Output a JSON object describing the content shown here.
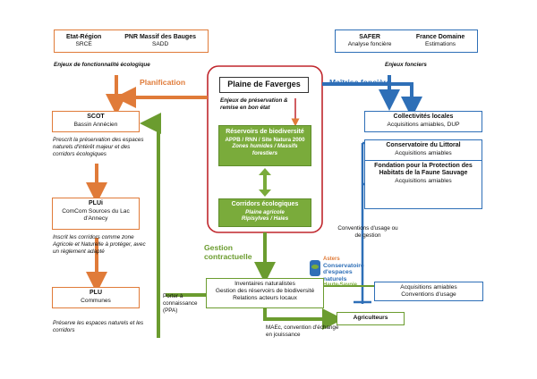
{
  "top_left": {
    "etat_region_title": "Etat-Région",
    "etat_region_sub": "SRCE",
    "pnr_title": "PNR Massif des Bauges",
    "pnr_sub": "SADD"
  },
  "top_right": {
    "safer_title": "SAFER",
    "safer_sub": "Analyse foncière",
    "fd_title": "France Domaine",
    "fd_sub": "Estimations"
  },
  "notes": {
    "enjeux_fonctionnalite": "Enjeux de fonctionnalité écologique",
    "enjeux_fonciers": "Enjeux fonciers",
    "scot_note": "Prescrit la préservation des espaces naturels d'intérêt majeur et des corridors écologiques",
    "plui_note": "Inscrit les corridors comme zone Agricole et Naturelle à protéger, avec un règlement adapté",
    "plu_note": "Préserve les espaces naturels et les corridors",
    "porter": "Porter à connaissance (PPA)",
    "conventions": "Conventions d'usage ou de gestion",
    "maec": "MAEc, convention d'échange en jouissance"
  },
  "headings": {
    "planification": "Planification",
    "maitrise": "Maîtrise foncière",
    "gestion": "Gestion contractuelle"
  },
  "center": {
    "title": "Plaine de Faverges",
    "enjeux": "Enjeux de préservation & remise en bon état",
    "reservoirs_title": "Réservoirs de biodiversité",
    "reservoirs_l1": "APPB / RNN / Site Natura 2000",
    "reservoirs_l2": "Zones humides / Massifs forestiers",
    "corridors_title": "Corridors écologiques",
    "corridors_l1": "Plaine agricole",
    "corridors_l2": "Ripisylves / Haies"
  },
  "left": {
    "scot_title": "SCOT",
    "scot_sub": "Bassin Annécien",
    "plui_title": "PLUi",
    "plui_sub": "ComCom Sources du Lac d'Annecy",
    "plu_title": "PLU",
    "plu_sub": "Communes"
  },
  "right": {
    "collectivites_title": "Collectivités locales",
    "collectivites_sub": "Acquisitions amiables, DUP",
    "cen_littoral_title": "Conservatoire du Littoral",
    "cen_littoral_sub": "Acquisitions amiables",
    "fondation_title": "Fondation pour la Protection des Habitats de la Faune Sauvage",
    "fondation_sub": "Acquisitions amiables",
    "cen_box_l1": "Acquisitions amiables",
    "cen_box_l2": "Conventions d'usage"
  },
  "logo": {
    "l1": "Asters",
    "l2": "Conservatoire",
    "l3": "d'espaces naturels",
    "l4": "Haute-Savoie"
  },
  "bottom": {
    "inventaires_l1": "Inventaires naturalistes",
    "inventaires_l2": "Gestion des réservoirs de biodiversité",
    "inventaires_l3": "Relations acteurs locaux",
    "agriculteurs": "Agriculteurs"
  },
  "colors": {
    "orange": "#e07b39",
    "blue": "#2e6fb7",
    "green": "#7aab3b",
    "red": "#c0272d"
  }
}
